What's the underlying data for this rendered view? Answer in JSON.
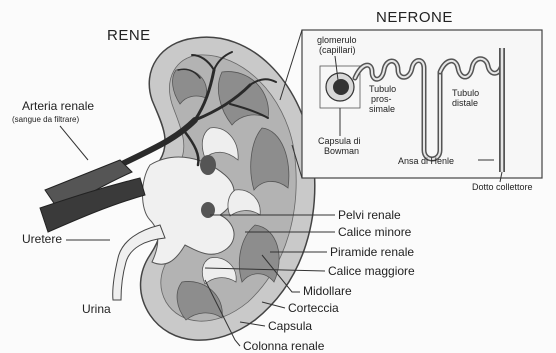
{
  "titles": {
    "kidney": "RENE",
    "nephron": "NEFRONE"
  },
  "labels": {
    "arteria": "Arteria renale",
    "arteria_note": "(sangue da filtrare)",
    "uretere": "Uretere",
    "urina": "Urina",
    "pelvi": "Pelvi renale",
    "calice_minore": "Calice minore",
    "piramide": "Piramide renale",
    "calice_maggiore": "Calice maggiore",
    "midollare": "Midollare",
    "corteccia": "Corteccia",
    "capsula": "Capsula",
    "colonna": "Colonna renale"
  },
  "nephron_labels": {
    "glomerulo_1": "glomerulo",
    "glomerulo_2": "(capillari)",
    "tubulo_p1": "Tubulo",
    "tubulo_p2": "pros-",
    "tubulo_p3": "simale",
    "tubulo_d1": "Tubulo",
    "tubulo_d2": "distale",
    "capsula_b1": "Capsula di",
    "capsula_b2": "Bowman",
    "ansa": "Ansa di Henle",
    "dotto": "Dotto collettore"
  }
}
